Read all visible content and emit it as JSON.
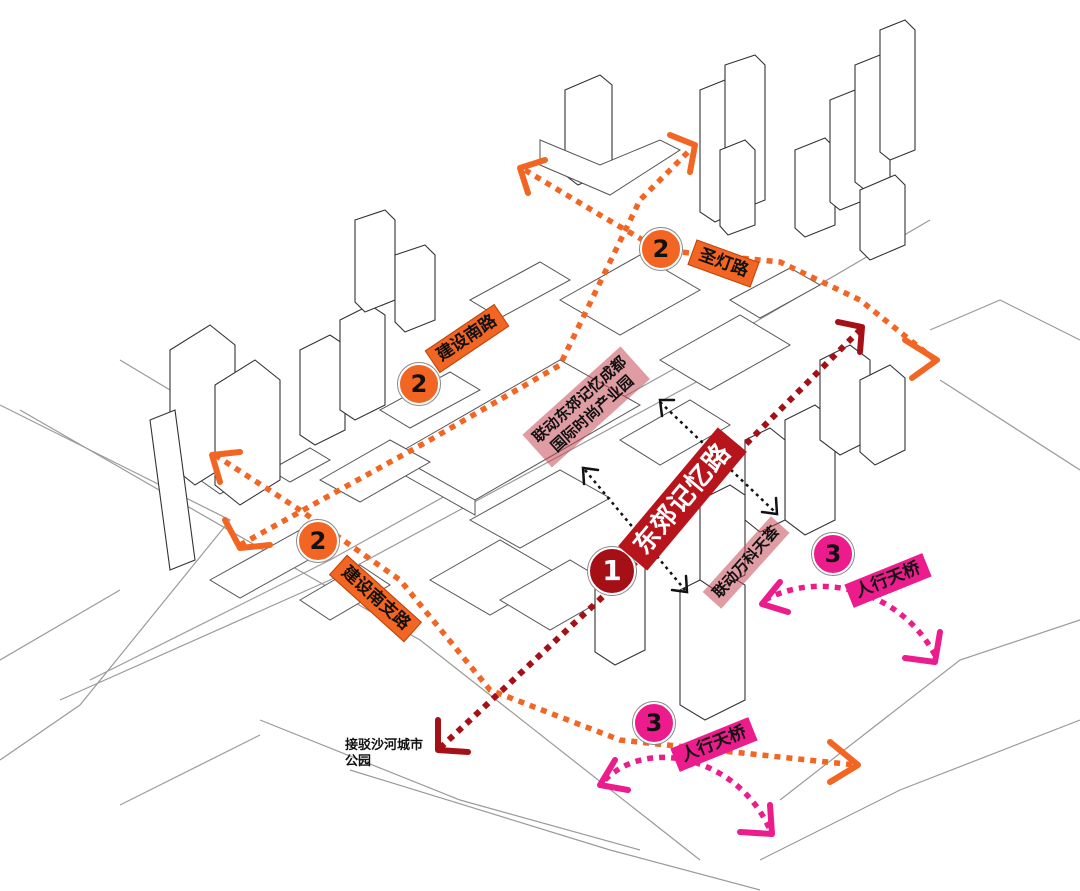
{
  "routes": {
    "main": {
      "number": "1",
      "label": "东郊记忆路",
      "color": "#b8141c"
    },
    "secondary": {
      "number": "2",
      "labels": [
        "圣灯路",
        "建设南路",
        "建设南支路"
      ],
      "color": "#f26522"
    },
    "pedestrian": {
      "number": "3",
      "label": "人行天桥",
      "color": "#ec1c8c"
    }
  },
  "places": {
    "east_memory_park": "联动东郊记忆成都\n国际时尚产业园",
    "vanke_plaza": "联动万科天荟"
  },
  "connection_note": "接驳沙河城市\n公园"
}
